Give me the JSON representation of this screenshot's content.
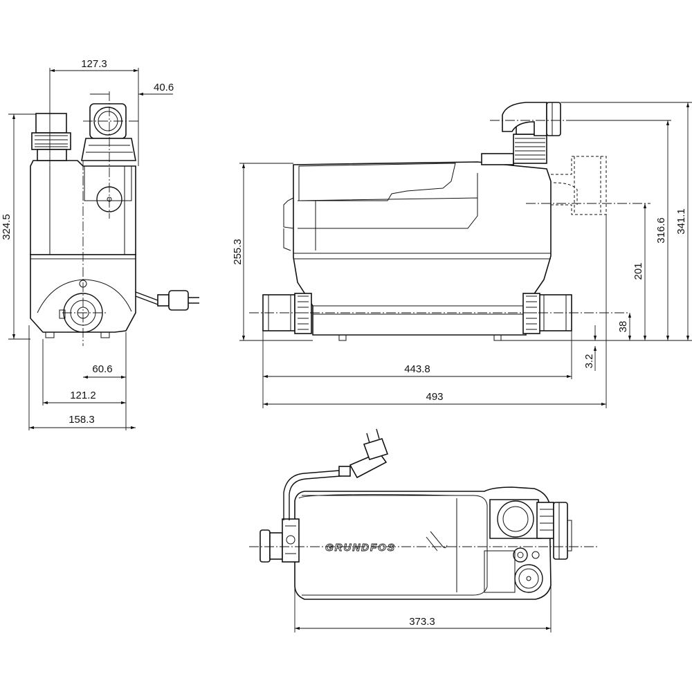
{
  "side_view": {
    "dim_top_width": "127.3",
    "dim_outlet_offset": "40.6",
    "dim_total_height": "324.5",
    "dim_inlet_offset": "60.6",
    "dim_feet_width": "121.2",
    "dim_overall_width": "158.3"
  },
  "front_view": {
    "dim_body_height": "255.3",
    "dim_feet_span": "443.8",
    "dim_overall_length": "493",
    "dim_foot_height": "3.2",
    "dim_inlet_height": "38",
    "dim_side_inlet_height": "201",
    "dim_outlet_height": "316.6",
    "dim_overall_height": "341.1"
  },
  "top_view": {
    "dim_body_length": "373.3",
    "brand": "GRUNDFOS"
  }
}
